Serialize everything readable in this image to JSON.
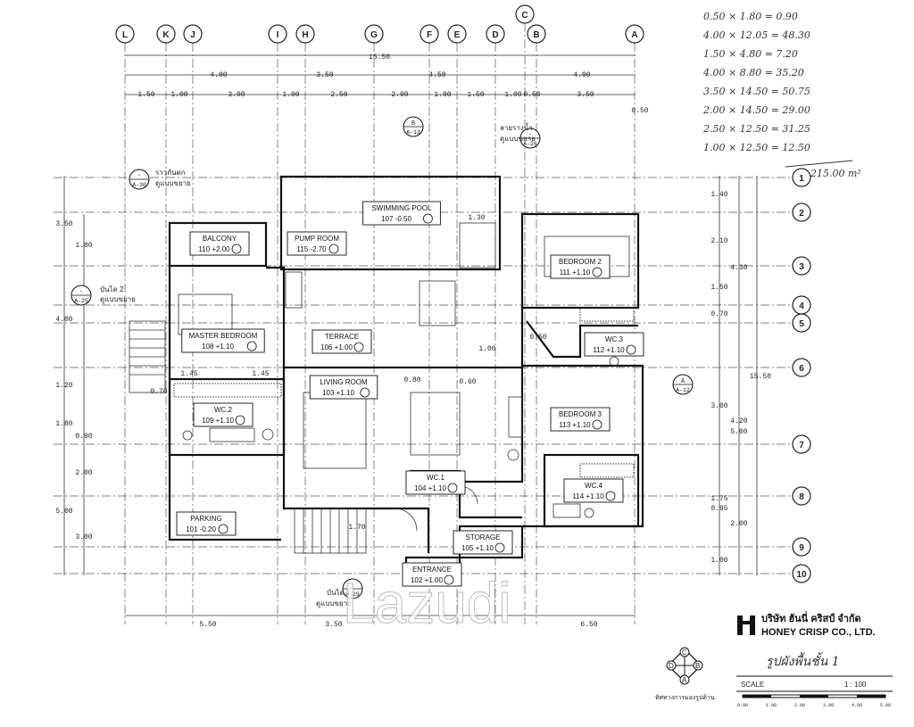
{
  "grid": {
    "columns": [
      "L",
      "K",
      "J",
      "I",
      "H",
      "G",
      "F",
      "E",
      "D",
      "C",
      "B",
      "A"
    ],
    "rows": [
      "1",
      "2",
      "3",
      "4",
      "5",
      "6",
      "7",
      "8",
      "9",
      "10"
    ]
  },
  "dimensions": {
    "top_overall": "15.50",
    "top_row1": [
      "4.00",
      "3.50",
      "4.50",
      "4.00"
    ],
    "top_row2": [
      "1.50",
      "1.00",
      "3.00",
      "1.00",
      "2.50",
      "2.00",
      "1.00",
      "1.50",
      "1.00",
      "0.50",
      "3.50"
    ],
    "top_right_small": "0.50",
    "left": [
      "3.50",
      "1.80",
      "4.00",
      "1.20",
      "1.80",
      "0.90",
      "2.00",
      "5.00",
      "3.00"
    ],
    "left_inner": [
      "1.45",
      "1.45",
      "0.70"
    ],
    "right_col1": [
      "1.40",
      "2.10",
      "1.50",
      "0.70",
      "3.00",
      "1.75",
      "0.95",
      "1.00"
    ],
    "right_col2": [
      "4.30",
      "4.20",
      "2.00"
    ],
    "right_col3": [
      "5.00"
    ],
    "right_overall": "15.50",
    "bottom": [
      "5.50",
      "3.50",
      "6.50"
    ],
    "misc": [
      "1.30",
      "1.00",
      "0.50",
      "0.60",
      "1.70",
      "0.80"
    ]
  },
  "rooms": [
    {
      "name": "SWIMMING POOL",
      "code": "107",
      "level": "-0.50"
    },
    {
      "name": "BALCONY",
      "code": "110",
      "level": "+2.00"
    },
    {
      "name": "PUMP ROOM",
      "code": "115",
      "level": "-2.70"
    },
    {
      "name": "BEDROOM 2",
      "code": "111",
      "level": "+1.10"
    },
    {
      "name": "MASTER BEDROOM",
      "code": "108",
      "level": "+1.10"
    },
    {
      "name": "TERRACE",
      "code": "106",
      "level": "+1.00"
    },
    {
      "name": "WC.3",
      "code": "112",
      "level": "+1.10"
    },
    {
      "name": "LIVING ROOM",
      "code": "103",
      "level": "+1.10"
    },
    {
      "name": "WC.2",
      "code": "109",
      "level": "+1.10"
    },
    {
      "name": "BEDROOM 3",
      "code": "113",
      "level": "+1.10"
    },
    {
      "name": "WC.1",
      "code": "104",
      "level": "+1.10"
    },
    {
      "name": "WC.4",
      "code": "114",
      "level": "+1.10"
    },
    {
      "name": "PARKING",
      "code": "101",
      "level": "-0.20"
    },
    {
      "name": "STORAGE",
      "code": "105",
      "level": "+1.10"
    },
    {
      "name": "ENTRANCE",
      "code": "102",
      "level": "+1.00"
    }
  ],
  "section_markers": [
    {
      "letter": "B",
      "sheet": "A-13"
    },
    {
      "letter": "-",
      "sheet": "A-26"
    },
    {
      "letter": "-",
      "sheet": "A-30"
    },
    {
      "letter": "-",
      "sheet": "A-25"
    },
    {
      "letter": "A",
      "sheet": "A-12"
    },
    {
      "letter": "-",
      "sheet": "A-29"
    }
  ],
  "thai_notes": [
    "ลายรางน้ำ",
    "ดูแบบขยาย",
    "ราวกันตก",
    "ดูแบบขยาย",
    "บันได 2",
    "ดูแบบขยาย",
    "บันได 1",
    "ดูแบบขยาย"
  ],
  "handwritten_calcs": [
    "0.50 × 1.80 = 0.90",
    "4.00 × 12.05 = 48.30",
    "1.50 × 4.80 = 7.20",
    "4.00 × 8.80 = 35.20",
    "3.50 × 14.50 = 50.75",
    "2.00 × 14.50 = 29.00",
    "2.50 × 12.50 = 31.25",
    "1.00 × 12.50 = 12.50"
  ],
  "handwritten_total": "215.00 m²",
  "handwritten_title": "รูปผังพื้นชั้น 1",
  "key_plan": {
    "letters": [
      "C",
      "D",
      "B",
      "A"
    ],
    "caption": "ทิศทางการมองรูปด้าน"
  },
  "company": {
    "thai": "บริษัท ฮันนี่ คริสป์ จำกัด",
    "english": "HONEY CRISP CO., LTD."
  },
  "scale": {
    "label": "SCALE",
    "value": "1 : 100",
    "ticks": [
      "0.00",
      "1.00",
      "2.00",
      "3.00",
      "4.00",
      "5.00"
    ]
  },
  "watermark": "Lazudi",
  "colors": {
    "ink": "#222222",
    "paper": "#ffffff",
    "watermark_stroke": "#bbbbbb"
  }
}
